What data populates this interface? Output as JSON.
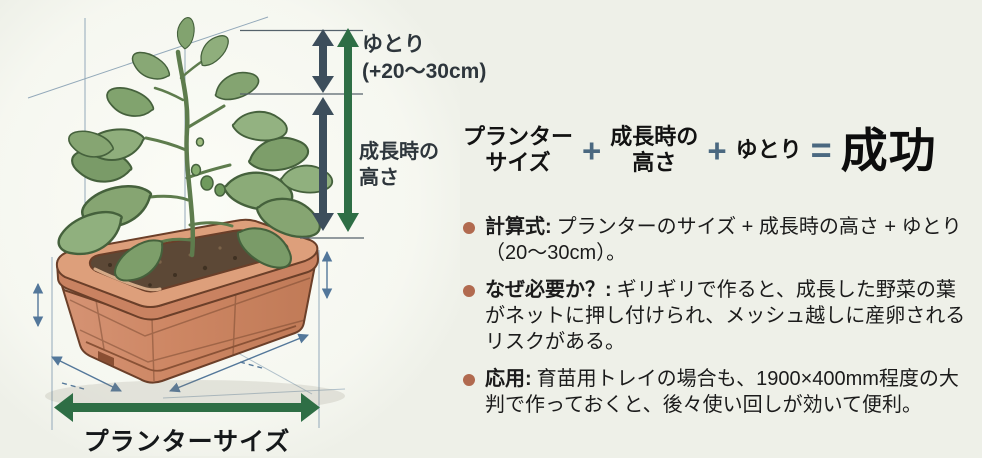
{
  "diagram": {
    "clearance_label_line1": "ゆとり",
    "clearance_label_line2": "(+20〜30cm)",
    "growth_label_line1": "成長時の",
    "growth_label_line2": "高さ",
    "planter_size_label": "プランターサイズ"
  },
  "formula": {
    "term_planter_line1": "プランター",
    "term_planter_line2": "サイズ",
    "plus1": "+",
    "term_growth_line1": "成長時の",
    "term_growth_line2": "高さ",
    "plus2": "+",
    "term_clearance": "ゆとり",
    "equals": "=",
    "result": "成功"
  },
  "notes": [
    {
      "lead": "計算式:",
      "body": "プランターのサイズ + 成長時の高さ + ゆとり（20〜30cm）。"
    },
    {
      "lead": "なぜ必要か？:",
      "body": "ギリギリで作ると、成長した野菜の葉がネットに押し付けられ、メッシュ越しに産卵されるリスクがある。"
    },
    {
      "lead": "応用:",
      "body": "育苗用トレイの場合も、1900×400mm程度の大判で作っておくと、後々使い回しが効いて便利。"
    }
  ],
  "colors": {
    "background": "#eef0e8",
    "arrow_green": "#2e6e45",
    "arrow_slate": "#3d4e5c",
    "bullet_dot": "#b16a4f",
    "operator_blue": "#4a6880",
    "construction_blue": "#7d98ac",
    "planter_terracotta": "#cd8663",
    "soil_brown": "#5c4836",
    "leaf_green": "#86a572",
    "text": "#1c1c1c"
  }
}
